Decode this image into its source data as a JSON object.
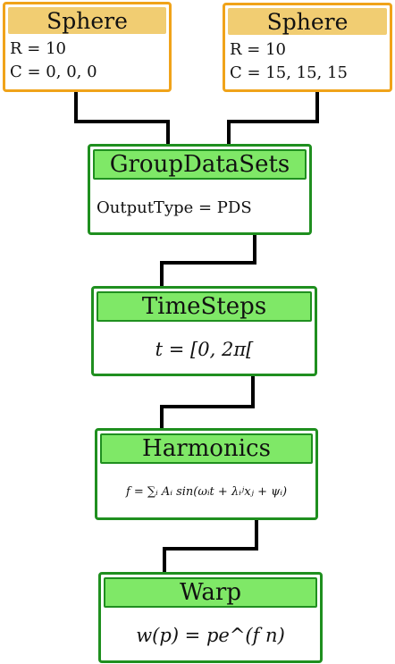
{
  "nodes": {
    "sphere_a": {
      "title": "Sphere",
      "line1": "R = 10",
      "line2": "C = 0, 0, 0"
    },
    "sphere_b": {
      "title": "Sphere",
      "line1": "R = 10",
      "line2": "C = 15, 15, 15"
    },
    "group": {
      "title": "GroupDataSets",
      "param": "OutputType = PDS"
    },
    "timesteps": {
      "title": "TimeSteps",
      "param": "t = [0, 2π["
    },
    "harmonics": {
      "title": "Harmonics",
      "param": "f = ∑ᵢ Aᵢ sin(ωᵢt + λᵢʲxⱼ + ψᵢ)"
    },
    "warp": {
      "title": "Warp",
      "param": "w(p) = pe^(f n)"
    }
  },
  "colors": {
    "source_border": "#f0a31a",
    "source_header": "#f1cd72",
    "filter_border": "#1f8f1f",
    "filter_header": "#7fe867",
    "connector": "#000000"
  }
}
